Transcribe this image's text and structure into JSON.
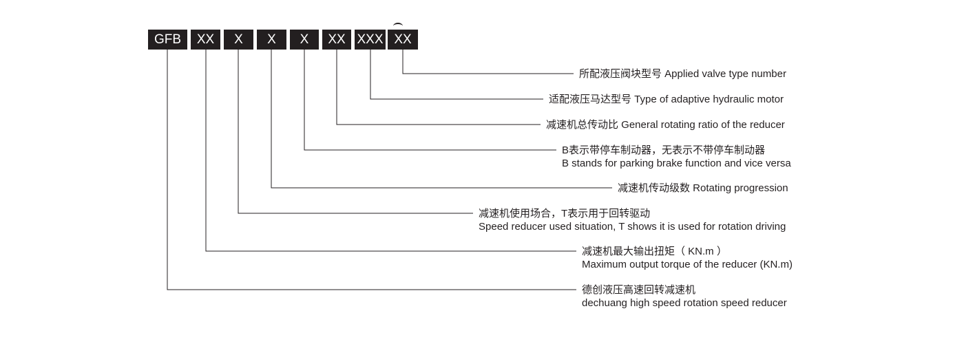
{
  "code_boxes": [
    "GFB",
    "XX",
    "X",
    "X",
    "X",
    "XX",
    "XXX",
    "XX"
  ],
  "descriptions": [
    {
      "line1": "所配液压阀块型号   Applied valve type number"
    },
    {
      "line1": "适配液压马达型号   Type of adaptive hydraulic motor"
    },
    {
      "line1": "减速机总传动比   General rotating ratio of the reducer"
    },
    {
      "line1": "B表示带停车制动器，无表示不带停车制动器",
      "line2": "B stands for parking brake function and vice versa"
    },
    {
      "line1": "减速机传动级数   Rotating progression"
    },
    {
      "line1": "减速机使用场合，T表示用于回转驱动",
      "line2": "Speed reducer used situation, T shows it is used for rotation driving"
    },
    {
      "line1": "减速机最大输出扭矩（ KN.m ）",
      "line2": "Maximum output torque of the reducer (KN.m)"
    },
    {
      "line1": "德创液压高速回转减速机",
      "line2": "dechuang high speed rotation speed reducer"
    }
  ],
  "colors": {
    "ink": "#231f20",
    "box_text": "#ffffff",
    "background": "#ffffff"
  }
}
